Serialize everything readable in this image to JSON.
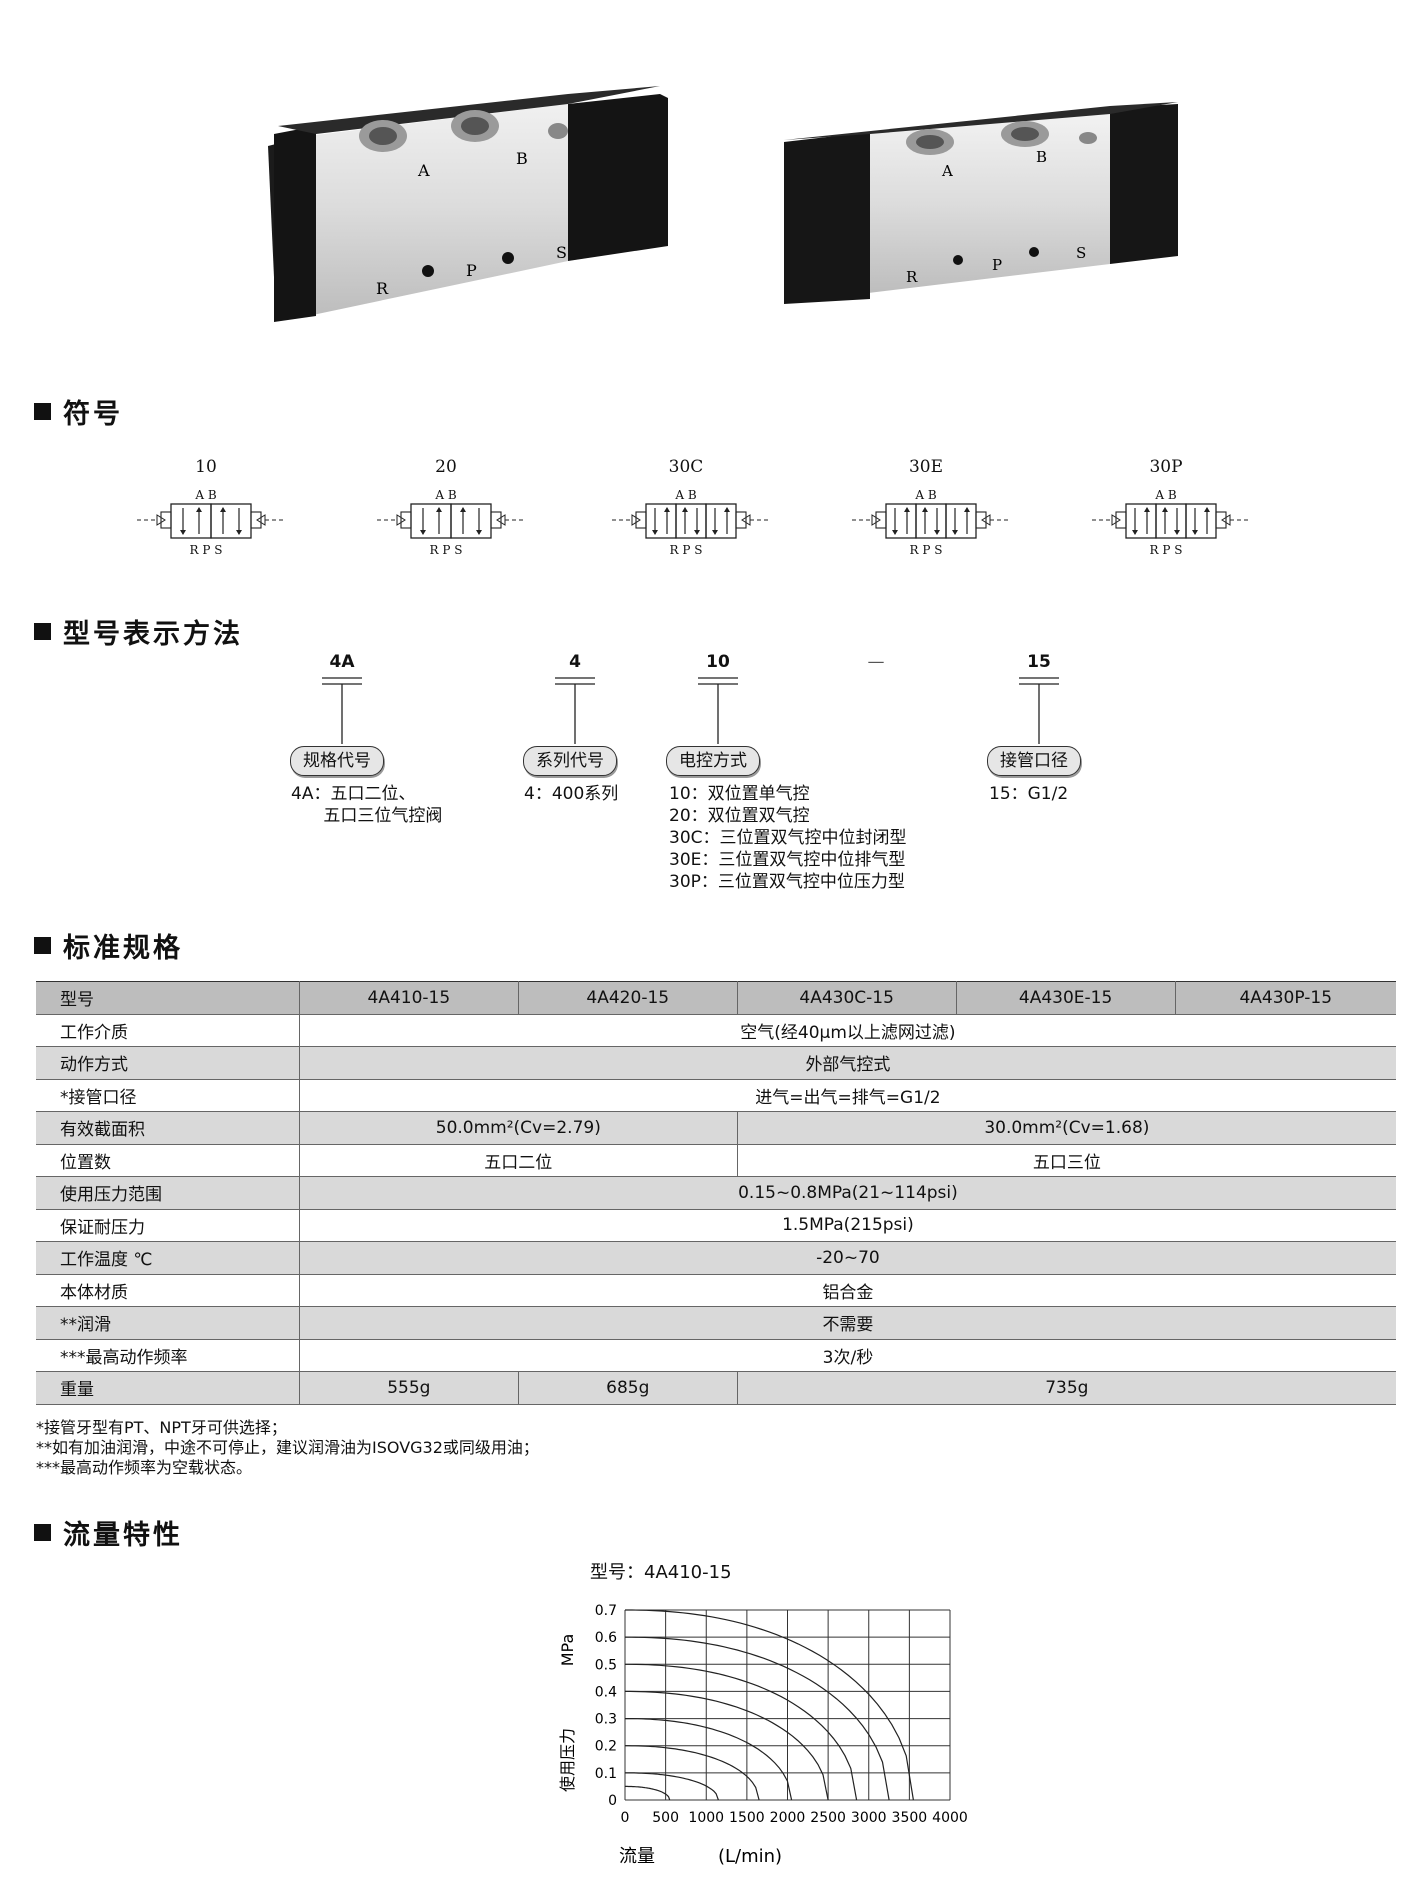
{
  "photos": {
    "left": {
      "port_labels": [
        "A",
        "B",
        "R",
        "P",
        "S"
      ]
    },
    "right": {
      "port_labels": [
        "A",
        "B",
        "R",
        "P",
        "S"
      ]
    }
  },
  "sections": {
    "symbol": "符号",
    "model": "型号表示方法",
    "spec": "标准规格",
    "flow": "流量特性"
  },
  "symbols": [
    {
      "code": "10",
      "top": "A B",
      "bottom": "R P S"
    },
    {
      "code": "20",
      "top": "A B",
      "bottom": "R P S"
    },
    {
      "code": "30C",
      "top": "A B",
      "bottom": "R P S"
    },
    {
      "code": "30E",
      "top": "A B",
      "bottom": "R P S"
    },
    {
      "code": "30P",
      "top": "A B",
      "bottom": "R P S"
    }
  ],
  "model_code": {
    "parts": [
      "4A",
      "4",
      "10",
      "—",
      "15"
    ],
    "groups": [
      {
        "pill": "规格代号",
        "desc": "4A：五口二位、\n      五口三位气控阀"
      },
      {
        "pill": "系列代号",
        "desc": "4：400系列"
      },
      {
        "pill": "电控方式",
        "desc": "10：双位置单气控\n20：双位置双气控\n30C：三位置双气控中位封闭型\n30E：三位置双气控中位排气型\n30P：三位置双气控中位压力型"
      },
      {
        "pill": "接管口径",
        "desc": "15：G1/2"
      }
    ]
  },
  "spec_table": {
    "header": {
      "label": "型号",
      "models": [
        "4A410-15",
        "4A420-15",
        "4A430C-15",
        "4A430E-15",
        "4A430P-15"
      ]
    },
    "rows": {
      "medium": {
        "label": "工作介质",
        "value": "空气(经40μm以上滤网过滤)"
      },
      "action": {
        "label": "动作方式",
        "value": "外部气控式"
      },
      "port": {
        "label": "*接管口径",
        "value": "进气=出气=排气=G1/2"
      },
      "area": {
        "label": "有效截面积",
        "value_a": "50.0mm²(Cv=2.79)",
        "value_b": "30.0mm²(Cv=1.68)"
      },
      "position": {
        "label": "位置数",
        "value_a": "五口二位",
        "value_b": "五口三位"
      },
      "pressure": {
        "label": "使用压力范围",
        "value": "0.15~0.8MPa(21~114psi)"
      },
      "proof": {
        "label": "保证耐压力",
        "value": "1.5MPa(215psi)"
      },
      "temp": {
        "label": "工作温度 ℃",
        "value": "-20~70"
      },
      "material": {
        "label": "本体材质",
        "value": "铝合金"
      },
      "lube": {
        "label": "**润滑",
        "value": "不需要"
      },
      "freq": {
        "label": "***最高动作频率",
        "value": "3次/秒"
      },
      "weight": {
        "label": "重量",
        "values": [
          "555g",
          "685g",
          "735g"
        ]
      }
    }
  },
  "notes": [
    "*接管牙型有PT、NPT牙可供选择；",
    "**如有加油润滑，中途不可停止，建议润滑油为ISOVG32或同级用油；",
    "***最高动作频率为空载状态。"
  ],
  "chart_data": {
    "type": "line",
    "title": "型号：4A410-15",
    "xlabel": "流量",
    "xunit": "(L/min)",
    "ylabel_unit": "MPa",
    "ylabel": "使用压力",
    "xlim": [
      0,
      4000
    ],
    "ylim": [
      0,
      0.7
    ],
    "x_ticks": [
      "0",
      "500",
      "1000",
      "1500",
      "2000",
      "2500",
      "3000",
      "3500",
      "4000"
    ],
    "y_ticks": [
      "0",
      "0.1",
      "0.2",
      "0.3",
      "0.4",
      "0.5",
      "0.6",
      "0.7"
    ],
    "grid": true,
    "series": [
      {
        "p0": 0.7,
        "qmax": 3550
      },
      {
        "p0": 0.6,
        "qmax": 3250
      },
      {
        "p0": 0.5,
        "qmax": 2850
      },
      {
        "p0": 0.4,
        "qmax": 2500
      },
      {
        "p0": 0.3,
        "qmax": 2050
      },
      {
        "p0": 0.2,
        "qmax": 1650
      },
      {
        "p0": 0.1,
        "qmax": 1150
      },
      {
        "p0": 0.05,
        "qmax": 550
      }
    ]
  }
}
